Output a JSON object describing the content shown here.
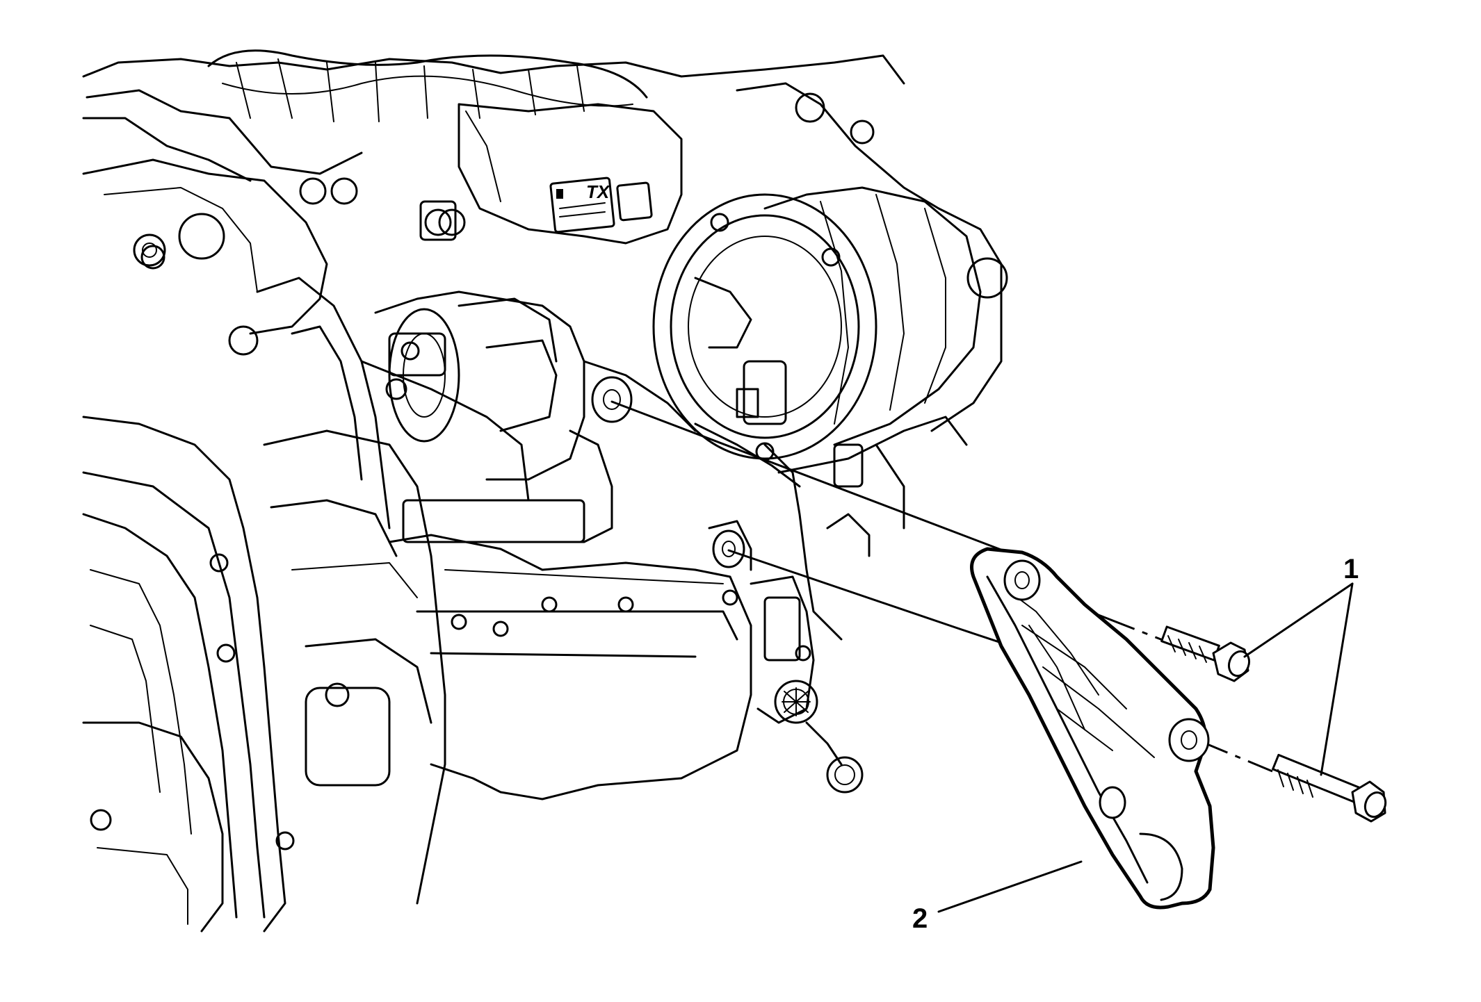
{
  "diagram": {
    "callouts": [
      {
        "id": "1",
        "label": "1"
      },
      {
        "id": "2",
        "label": "2"
      }
    ],
    "plate_marking": "TX"
  }
}
